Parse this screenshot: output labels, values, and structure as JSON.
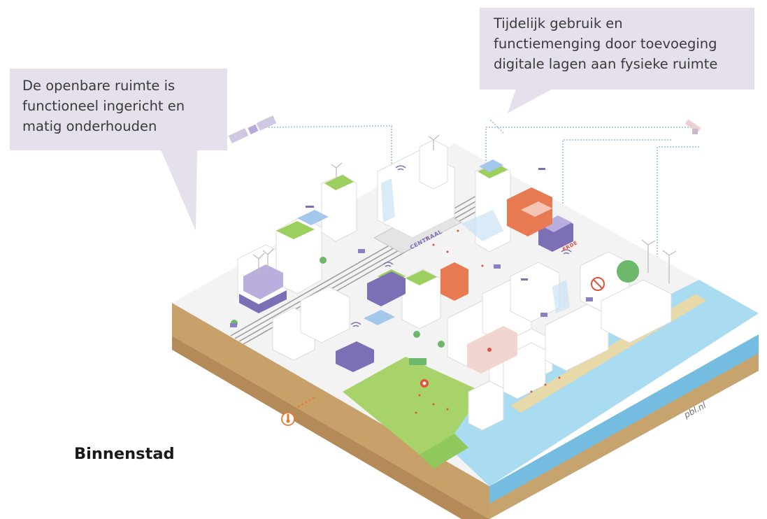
{
  "callouts": {
    "left": "De openbare ruimte is\nfunctioneel ingericht en\nmatig onderhouden",
    "right": "Tijdelijk gebruik en\nfunctiemenging door toevoeging\ndigitale lagen aan fysieke ruimte"
  },
  "area_label": "Binnenstad",
  "credit": "pbl.nl",
  "signs": {
    "station": "CENTRAAL",
    "shop": "ERDE"
  },
  "colors": {
    "callout_bg": "#e6e0ec",
    "ground_top": "#f3f3f3",
    "soil": "#c8a06a",
    "water": "#8dd0ec",
    "park_green": "#9ccf5e",
    "accent_purple": "#7d6fb5",
    "accent_orange": "#e87a52",
    "data_lines": "#a9cdea"
  },
  "icons": [
    "satellite-icon",
    "drone-icon",
    "wifi-icon",
    "thermometer-icon",
    "wind-turbine-icon",
    "no-bike-sign-icon",
    "location-pin-icon",
    "tree-icon"
  ]
}
